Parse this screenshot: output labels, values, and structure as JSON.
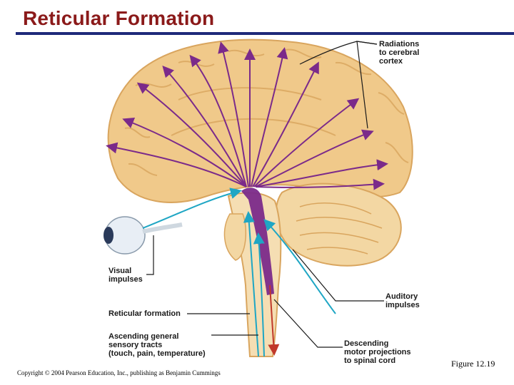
{
  "title": "Reticular Formation",
  "labels": {
    "radiations": [
      "Radiations",
      "to cerebral",
      "cortex"
    ],
    "visual": [
      "Visual",
      "impulses"
    ],
    "reticular": [
      "Reticular formation"
    ],
    "ascending": [
      "Ascending general",
      "sensory tracts",
      "(touch, pain, temperature)"
    ],
    "auditory": [
      "Auditory",
      "impulses"
    ],
    "descending": [
      "Descending",
      "motor projections",
      "to spinal cord"
    ]
  },
  "figure": "Figure 12.19",
  "copyright": "Copyright © 2004 Pearson Education, Inc., publishing as Benjamin Cummings",
  "colors": {
    "title": "#8b1a1a",
    "rule": "#1f2a7a",
    "brain": "#f0c98a",
    "brain_dark": "#d9a55e",
    "purple": "#7b2a8a",
    "cyan": "#1fa6c4",
    "red": "#c0392b"
  }
}
